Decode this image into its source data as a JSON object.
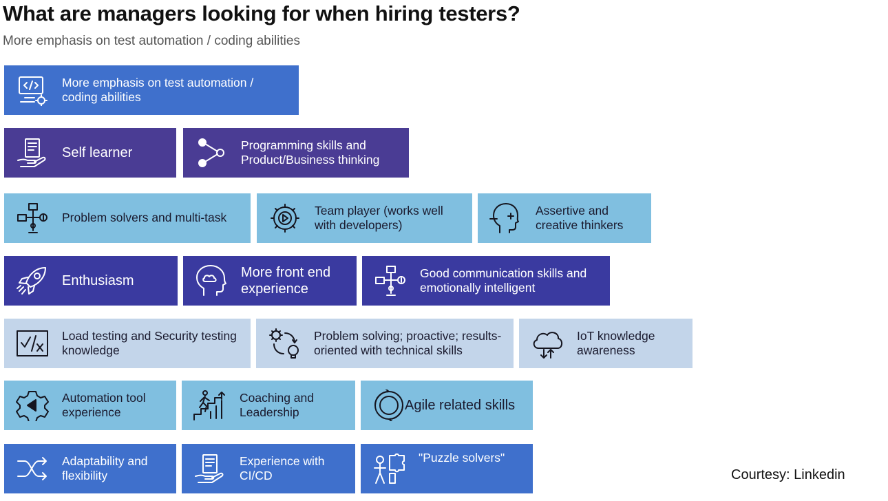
{
  "title": "What are managers looking for when hiring testers?",
  "subtitle": "More emphasis on test automation / coding abilities",
  "courtesy": "Courtesy: Linkedin",
  "colors": {
    "medium_blue": "#3f70cc",
    "purple": "#4a3c94",
    "light_blue": "#80bfe0",
    "indigo": "#3a3aa0",
    "pale_blue": "#c3d5ea"
  },
  "tiles": [
    {
      "label": "More emphasis on test automation / coding abilities",
      "icon": "code-monitor-icon"
    },
    {
      "label": "Self learner",
      "icon": "book-hand-icon"
    },
    {
      "label": "Programming skills and Product/Business thinking",
      "icon": "share-nodes-icon"
    },
    {
      "label": "Problem solvers and multi-task",
      "icon": "network-tasks-icon"
    },
    {
      "label": "Team player (works well with developers)",
      "icon": "gear-play-icon"
    },
    {
      "label": "Assertive and creative thinkers",
      "icon": "head-plus-icon"
    },
    {
      "label": "Enthusiasm",
      "icon": "rocket-icon"
    },
    {
      "label": "More front end experience",
      "icon": "head-cloud-icon"
    },
    {
      "label": "Good communication skills and emotionally intelligent",
      "icon": "network-tasks-icon"
    },
    {
      "label": "Load testing and Security testing knowledge",
      "icon": "checkbox-x-icon"
    },
    {
      "label": "Problem solving; proactive; results-oriented with technical skills",
      "icon": "gear-bulb-icon"
    },
    {
      "label": "IoT knowledge awareness",
      "icon": "cloud-arrows-icon"
    },
    {
      "label": "Automation tool experience",
      "icon": "gear-arrow-icon"
    },
    {
      "label": "Coaching and Leadership",
      "icon": "stairs-climber-icon"
    },
    {
      "label": "Agile related skills",
      "icon": "cycle-icon"
    },
    {
      "label": "Adaptability and flexibility",
      "icon": "shuffle-arrows-icon"
    },
    {
      "label": "Experience with CI/CD",
      "icon": "book-hand-icon"
    },
    {
      "label": "\"Puzzle solvers\"",
      "icon": "puzzle-person-icon"
    }
  ]
}
